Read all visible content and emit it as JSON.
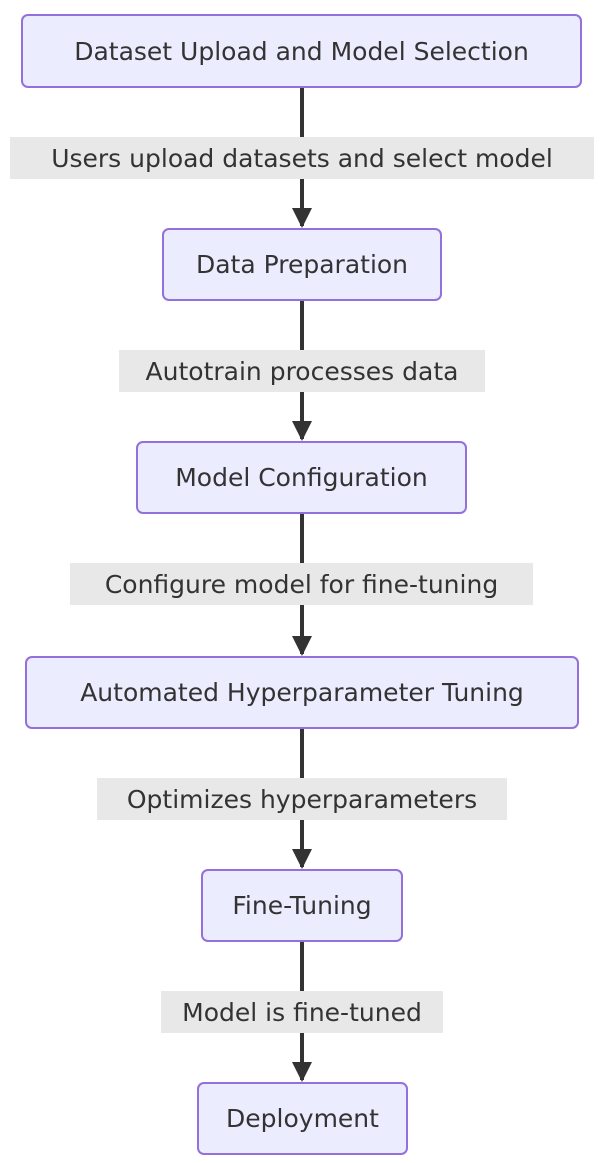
{
  "diagram": {
    "type": "flowchart",
    "direction": "top-down",
    "colors": {
      "node_fill": "#ececff",
      "node_border": "#9370db",
      "edge": "#333333",
      "label_background": "#e8e8e8",
      "text": "#333333"
    },
    "nodes": [
      {
        "id": "n1",
        "label": "Dataset Upload and Model Selection"
      },
      {
        "id": "n2",
        "label": "Data Preparation"
      },
      {
        "id": "n3",
        "label": "Model Configuration"
      },
      {
        "id": "n4",
        "label": "Automated Hyperparameter Tuning"
      },
      {
        "id": "n5",
        "label": "Fine-Tuning"
      },
      {
        "id": "n6",
        "label": "Deployment"
      }
    ],
    "edges": [
      {
        "from": "n1",
        "to": "n2",
        "label": "Users upload datasets and select model"
      },
      {
        "from": "n2",
        "to": "n3",
        "label": "Autotrain processes data"
      },
      {
        "from": "n3",
        "to": "n4",
        "label": "Configure model for fine-tuning"
      },
      {
        "from": "n4",
        "to": "n5",
        "label": "Optimizes hyperparameters"
      },
      {
        "from": "n5",
        "to": "n6",
        "label": "Model is fine-tuned"
      }
    ]
  }
}
